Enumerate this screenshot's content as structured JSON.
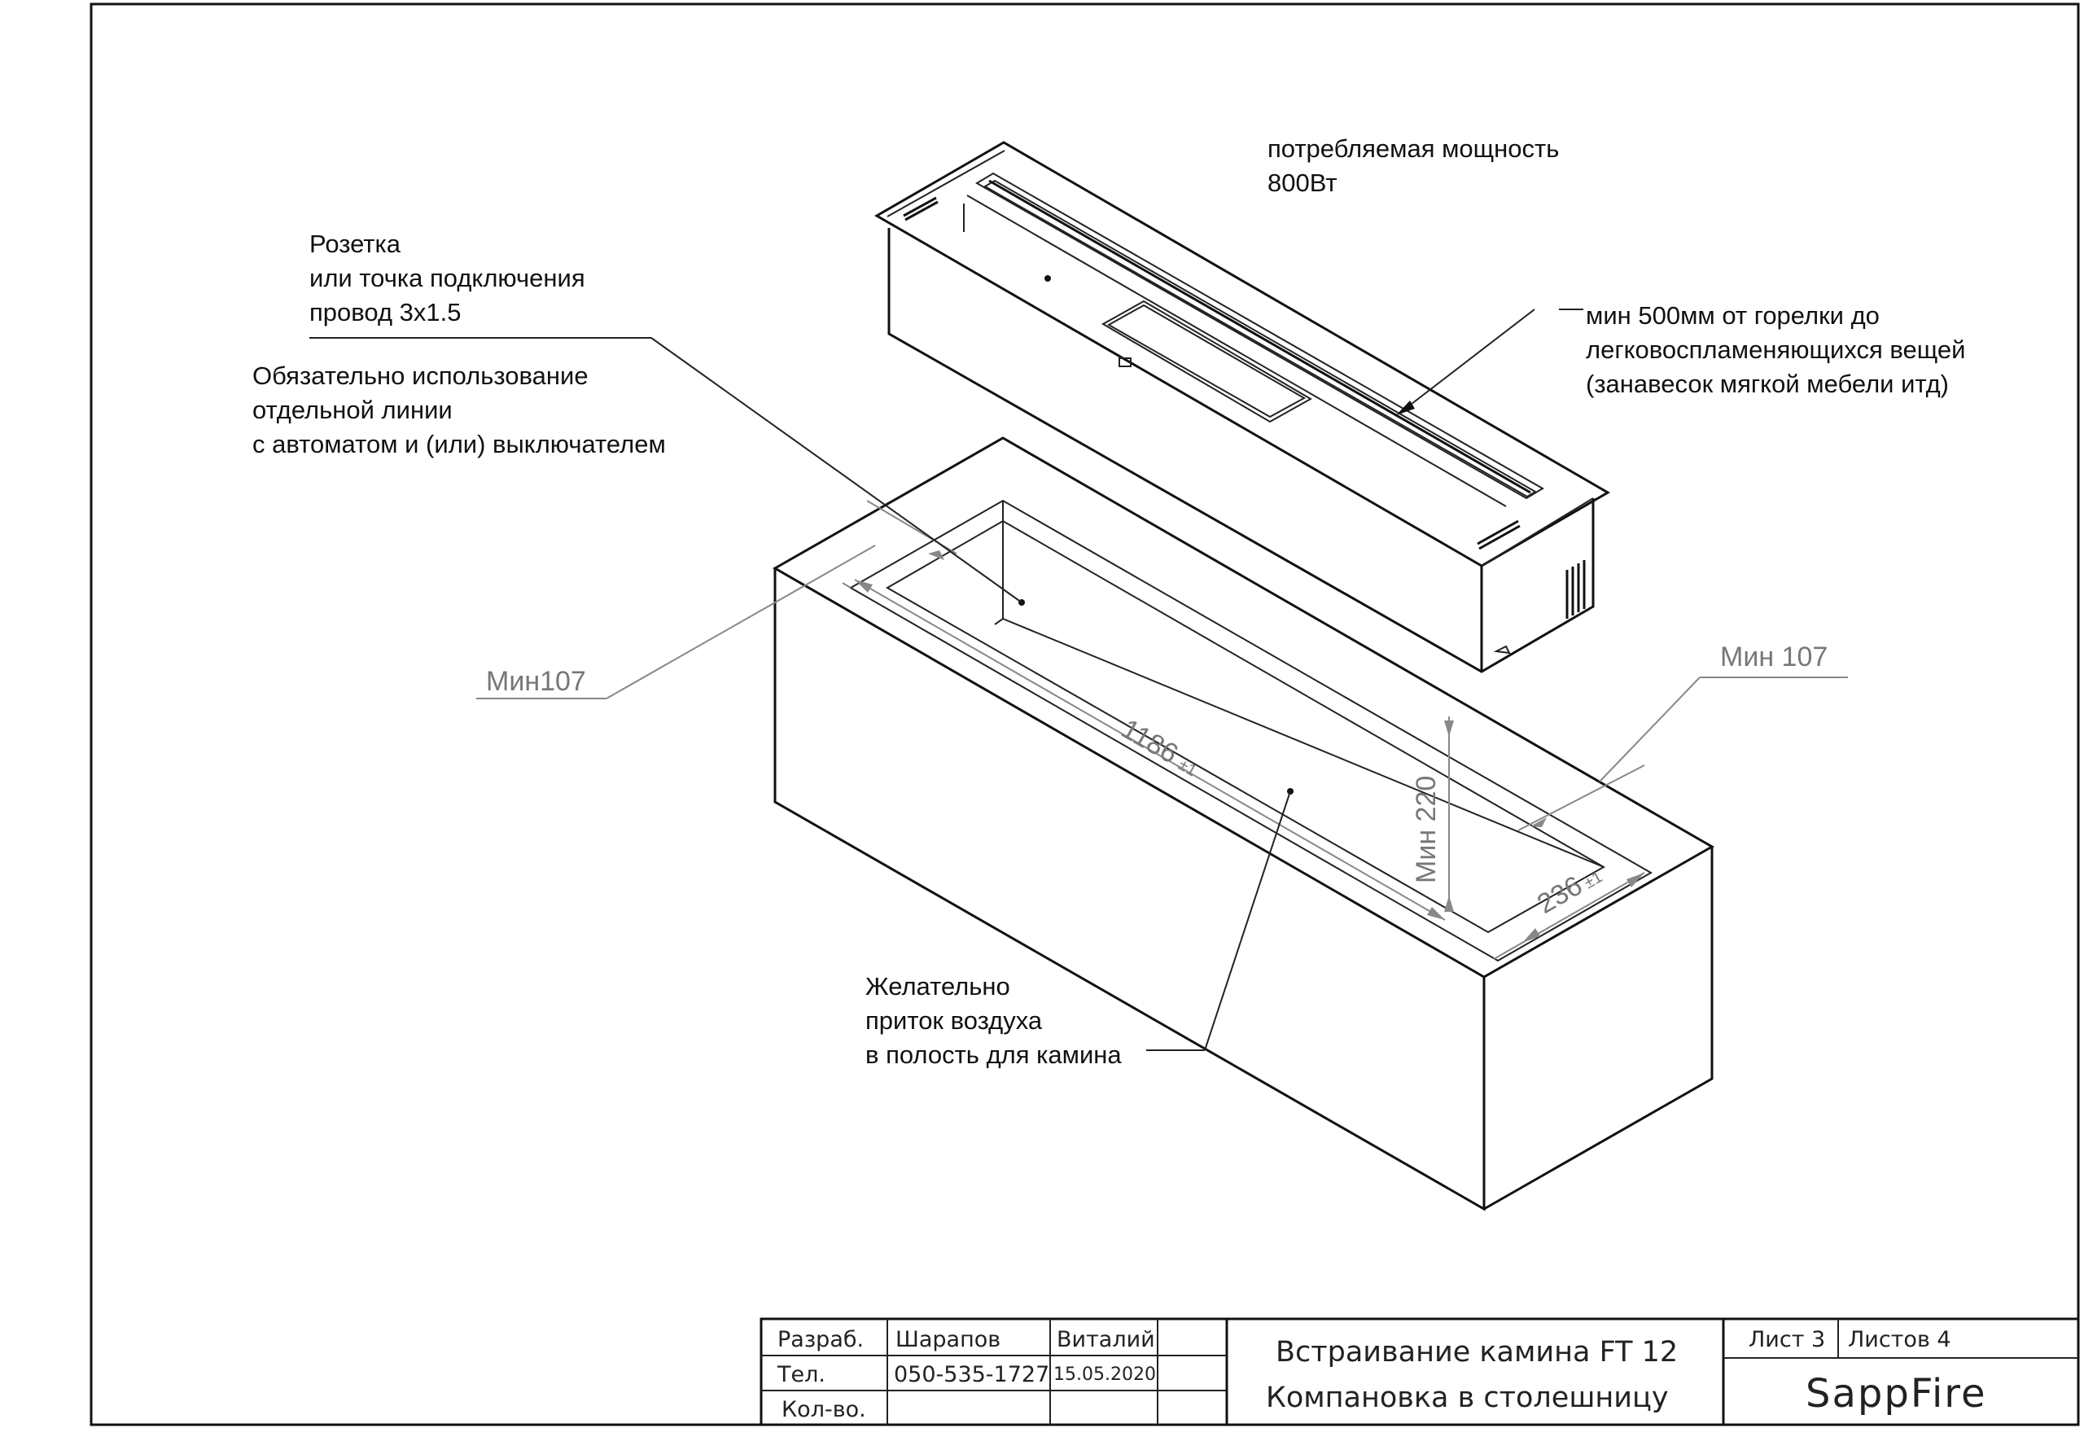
{
  "notes": {
    "power": [
      "потребляемая мощность",
      "800Вт"
    ],
    "socket": [
      "Розетка",
      "или точка подключения",
      "провод 3х1.5"
    ],
    "line": [
      "Обязательно использование",
      "отдельной линии",
      "с автоматом и (или) выключателем"
    ],
    "distance": [
      "мин 500мм от горелки до",
      "легковоспламеняющихся вещей",
      "(занавесок мягкой мебели итд)"
    ],
    "air": [
      "Желательно",
      "приток воздуха",
      "в полость для камина"
    ]
  },
  "dimensions": {
    "min_left": "Мин107",
    "min_right": "Мин 107",
    "length": "1186",
    "length_tol": "±1",
    "width": "236",
    "width_tol": "±1",
    "depth": "Мин 220"
  },
  "stamp": {
    "rows": [
      {
        "label": "Разраб.",
        "value": "Шарапов",
        "extra": "Виталий"
      },
      {
        "label": "Тел.",
        "value": "050-535-1727",
        "extra": "15.05.2020"
      },
      {
        "label": "Кол-во.",
        "value": "",
        "extra": ""
      }
    ],
    "title1": "Встраивание камина FT 12",
    "title2": "Компановка в столешницу",
    "sheet": "Лист 3",
    "sheets": "Листов 4",
    "brand": "SappFire"
  }
}
